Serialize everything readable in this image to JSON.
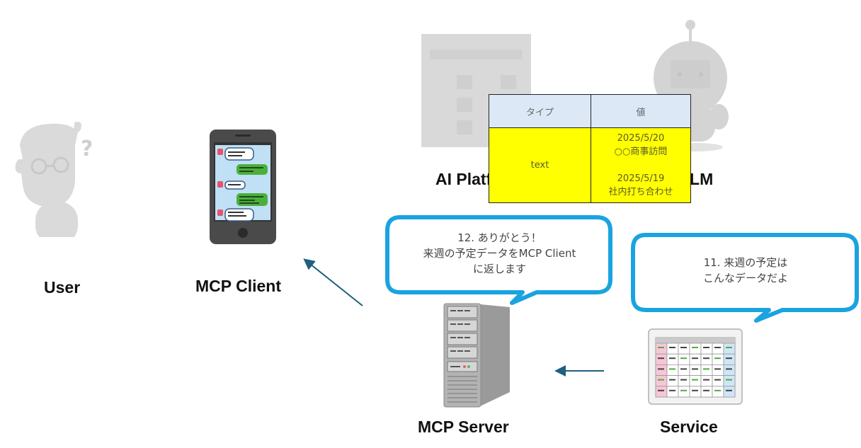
{
  "nodes": {
    "user": {
      "label": "User",
      "icon": "confused-man-icon"
    },
    "mcp_client": {
      "label": "MCP Client",
      "icon": "smartphone-chat-icon"
    },
    "ai_platform": {
      "label": "AI Platform",
      "label_visible_left": "AI Plat",
      "icon": "ai-platform-screen-icon"
    },
    "llm": {
      "label": "LLM",
      "label_visible_right": "LM",
      "icon": "robot-icon"
    },
    "mcp_server": {
      "label": "MCP Server",
      "icon": "tower-server-icon"
    },
    "service": {
      "label": "Service",
      "icon": "calendar-icon"
    }
  },
  "table": {
    "headers": [
      "タイプ",
      "値"
    ],
    "rows": [
      {
        "type": "text",
        "values": [
          "2025/5/20",
          "○○商事訪問",
          "",
          "2025/5/19",
          "社内打ち合わせ"
        ]
      }
    ]
  },
  "bubbles": {
    "server_message": {
      "lines": [
        "12. ありがとう！",
        "来週の予定データをMCP Client",
        "に返します"
      ]
    },
    "service_message": {
      "lines": [
        "11. 来週の予定は",
        "こんなデータだよ"
      ]
    }
  },
  "arrows": [
    {
      "from": "mcp_server",
      "to": "mcp_client"
    },
    {
      "from": "service",
      "to": "mcp_server"
    }
  ],
  "colors": {
    "bubble_border": "#1aa3e0",
    "arrow": "#1f5f7f",
    "table_header": "#dce8f6",
    "table_body": "#ffff00",
    "faded_icon": "#d6d6d6"
  }
}
